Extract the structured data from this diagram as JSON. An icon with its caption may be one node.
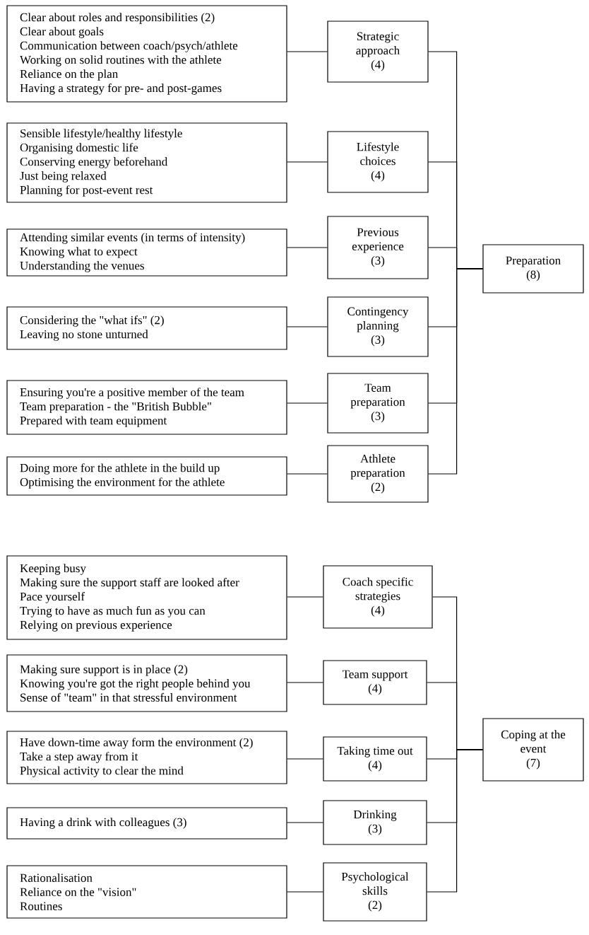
{
  "diagram": {
    "nodes": [
      {
        "text": [
          "Clear about roles and responsibilities (2)",
          "Clear about goals",
          "Communication between coach/psych/athlete",
          "Working on solid routines with the athlete",
          "Reliance on the plan",
          "Having a strategy for pre- and post-games"
        ]
      },
      {
        "text": [
          "Strategic approach",
          "(4)"
        ]
      },
      {
        "text": [
          "Sensible lifestyle/healthy lifestyle",
          "Organising domestic life",
          "Conserving energy beforehand",
          "Just being relaxed",
          "Planning for post-event rest"
        ]
      },
      {
        "text": [
          "Lifestyle choices",
          "(4)"
        ]
      },
      {
        "text": [
          "Attending similar events (in terms of intensity)",
          "Knowing what to expect",
          "Understanding the venues"
        ]
      },
      {
        "text": [
          "Previous experience",
          "(3)"
        ]
      },
      {
        "text": [
          "Considering the \"what ifs\" (2)",
          "Leaving no stone unturned"
        ]
      },
      {
        "text": [
          "Contingency planning",
          "(3)"
        ]
      },
      {
        "text": [
          "Ensuring you're a positive member of the team",
          "Team preparation - the \"British Bubble\"",
          "Prepared with team equipment"
        ]
      },
      {
        "text": [
          "Team preparation",
          "(3)"
        ]
      },
      {
        "text": [
          "Doing more for the athlete in the build up",
          "Optimising the environment for the athlete"
        ]
      },
      {
        "text": [
          "Athlete preparation",
          "(2)"
        ]
      },
      {
        "text": [
          "Preparation",
          "(8)"
        ]
      },
      {
        "text": [
          "Keeping busy",
          "Making sure the support staff are looked after",
          "Pace yourself",
          "Trying to have as much fun as you can",
          "Relying on previous experience"
        ]
      },
      {
        "text": [
          "Coach specific strategies",
          "(4)"
        ]
      },
      {
        "text": [
          "Making sure support is in place (2)",
          "Knowing you're got the right people behind you",
          "Sense of \"team\" in that stressful environment"
        ]
      },
      {
        "text": [
          "Team support",
          "(4)"
        ]
      },
      {
        "text": [
          "Have down-time away form the environment (2)",
          "Take a step away from it",
          "Physical activity to clear the mind"
        ]
      },
      {
        "text": [
          "Taking time out",
          "(4)"
        ]
      },
      {
        "text": [
          "Having a drink with colleagues (3)"
        ]
      },
      {
        "text": [
          "Drinking",
          "(3)"
        ]
      },
      {
        "text": [
          "Rationalisation",
          "Reliance on the \"vision\"",
          "Routines"
        ]
      },
      {
        "text": [
          "Psychological skills",
          "(2)"
        ]
      },
      {
        "text": [
          "Coping at the event",
          "(7)"
        ]
      }
    ],
    "edges": [
      {
        "from": 0,
        "to": 1,
        "arrow": "none"
      },
      {
        "from": 2,
        "to": 3,
        "arrow": "none"
      },
      {
        "from": 4,
        "to": 5,
        "arrow": "none"
      },
      {
        "from": 6,
        "to": 7,
        "arrow": "none"
      },
      {
        "from": 8,
        "to": 9,
        "arrow": "none"
      },
      {
        "from": 10,
        "to": 11,
        "arrow": "none"
      },
      {
        "from": 1,
        "to": 12,
        "arrow": "none"
      },
      {
        "from": 3,
        "to": 12,
        "arrow": "none"
      },
      {
        "from": 5,
        "to": 12,
        "arrow": "none"
      },
      {
        "from": 7,
        "to": 12,
        "arrow": "none"
      },
      {
        "from": 9,
        "to": 12,
        "arrow": "none"
      },
      {
        "from": 11,
        "to": 12,
        "arrow": "none"
      },
      {
        "from": 13,
        "to": 14,
        "arrow": "none"
      },
      {
        "from": 15,
        "to": 16,
        "arrow": "none"
      },
      {
        "from": 17,
        "to": 18,
        "arrow": "none"
      },
      {
        "from": 19,
        "to": 20,
        "arrow": "none"
      },
      {
        "from": 21,
        "to": 22,
        "arrow": "none"
      },
      {
        "from": 14,
        "to": 23,
        "arrow": "none"
      },
      {
        "from": 16,
        "to": 23,
        "arrow": "none"
      },
      {
        "from": 18,
        "to": 23,
        "arrow": "none"
      },
      {
        "from": 20,
        "to": 23,
        "arrow": "none"
      },
      {
        "from": 22,
        "to": 23,
        "arrow": "none"
      }
    ]
  }
}
